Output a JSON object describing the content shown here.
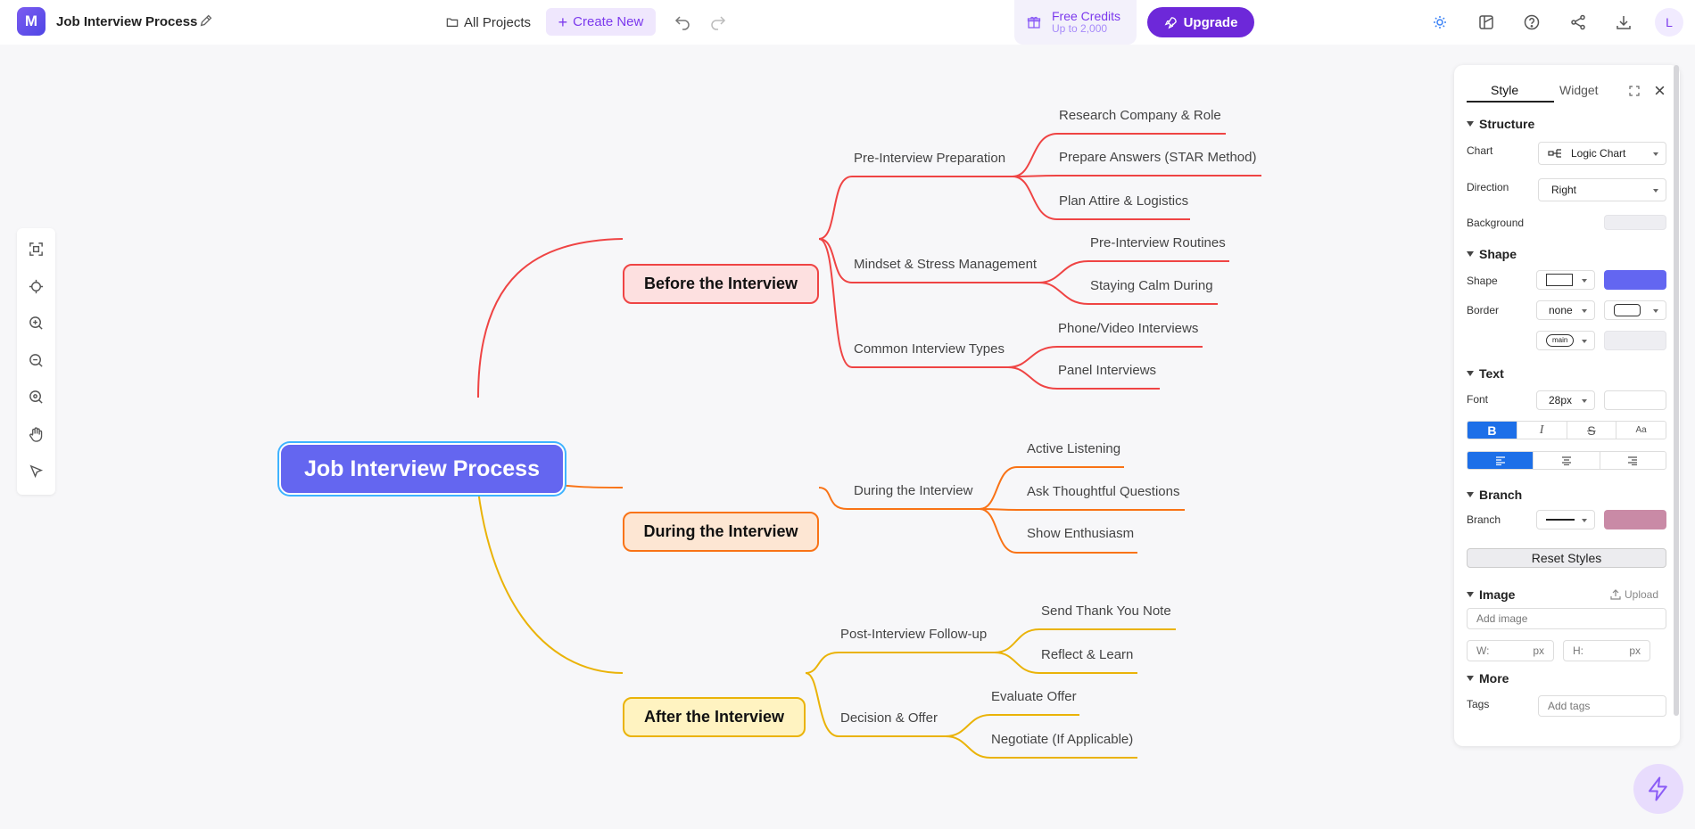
{
  "header": {
    "logo_text": "M",
    "doc_title": "Job Interview Process",
    "all_projects": "All Projects",
    "create_new": "Create New",
    "credits_title": "Free Credits",
    "credits_sub": "Up to 2,000",
    "upgrade": "Upgrade",
    "avatar": "L"
  },
  "mindmap": {
    "root": "Job Interview Process",
    "branches": [
      {
        "label": "Before the Interview",
        "color": "#ef4444",
        "subtopics": [
          {
            "label": "Pre-Interview Preparation",
            "children": [
              "Research Company & Role",
              "Prepare Answers (STAR Method)",
              "Plan Attire & Logistics"
            ]
          },
          {
            "label": "Mindset & Stress Management",
            "children": [
              "Pre-Interview Routines",
              "Staying Calm During"
            ]
          },
          {
            "label": "Common Interview Types",
            "children": [
              "Phone/Video Interviews",
              "Panel Interviews"
            ]
          }
        ]
      },
      {
        "label": "During the Interview",
        "color": "#f97316",
        "subtopics": [
          {
            "label": "During the Interview",
            "children": [
              "Active Listening",
              "Ask Thoughtful Questions",
              "Show Enthusiasm"
            ]
          }
        ]
      },
      {
        "label": "After the Interview",
        "color": "#eab308",
        "subtopics": [
          {
            "label": "Post-Interview Follow-up",
            "children": [
              "Send Thank You Note",
              "Reflect & Learn"
            ]
          },
          {
            "label": "Decision & Offer",
            "children": [
              "Evaluate Offer",
              "Negotiate (If Applicable)"
            ]
          }
        ]
      }
    ]
  },
  "panel": {
    "tabs": [
      "Style",
      "Widget"
    ],
    "structure": {
      "title": "Structure",
      "chart_label": "Chart",
      "chart_value": "Logic Chart",
      "direction_label": "Direction",
      "direction_value": "Right",
      "background_label": "Background"
    },
    "shape": {
      "title": "Shape",
      "shape_label": "Shape",
      "shape_color": "#6366f1",
      "border_label": "Border",
      "border_value": "none",
      "main_tag": "main"
    },
    "text": {
      "title": "Text",
      "font_label": "Font",
      "font_size": "28px",
      "format_buttons": [
        "B",
        "I",
        "S",
        "Aa"
      ]
    },
    "branch": {
      "title": "Branch",
      "branch_label": "Branch",
      "branch_color": "#c98aa6"
    },
    "reset_styles": "Reset Styles",
    "image": {
      "title": "Image",
      "upload": "Upload",
      "add_image_placeholder": "Add image",
      "w_label": "W:",
      "h_label": "H:",
      "unit": "px"
    },
    "more": {
      "title": "More",
      "tags_label": "Tags",
      "tags_placeholder": "Add tags"
    }
  }
}
